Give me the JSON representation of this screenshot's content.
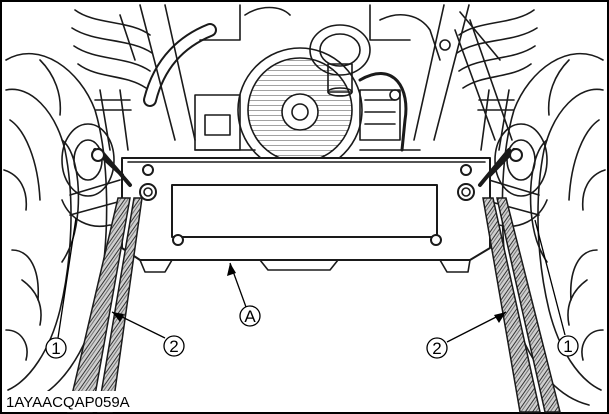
{
  "figure": {
    "code": "1AYAACQAP059A",
    "callouts": {
      "part1_left": "1",
      "part2_left": "2",
      "partA": "A",
      "part2_right": "2",
      "part1_right": "1"
    },
    "colors": {
      "line": "#1a1a1a",
      "background": "#ffffff",
      "frame": "#000000"
    }
  }
}
